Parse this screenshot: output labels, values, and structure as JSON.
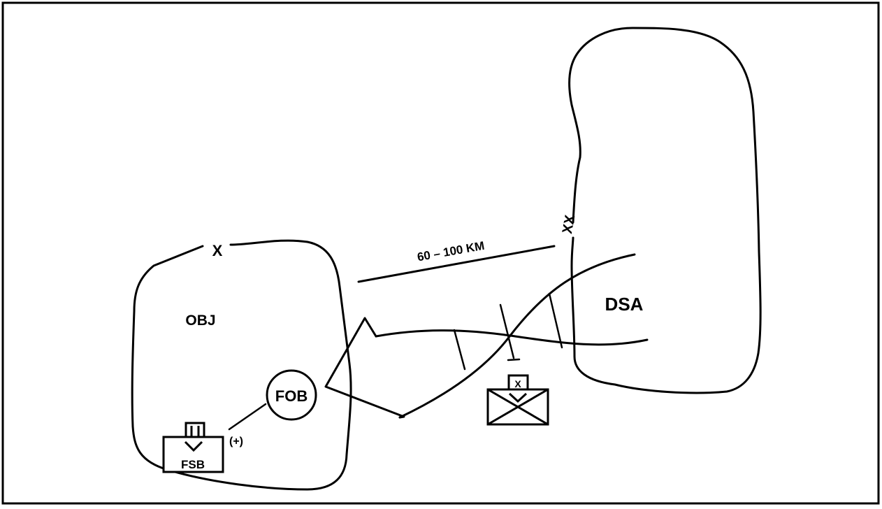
{
  "labels": {
    "brigade_boundary": "X",
    "division_boundary": "XX",
    "distance": "60 – 100 KM",
    "objective": "OBJ",
    "division_support_area": "DSA",
    "forward_operating_base": "FOB",
    "support_battalion": "FSB",
    "augmentation": "(+)",
    "brigade_echelon": "X"
  }
}
